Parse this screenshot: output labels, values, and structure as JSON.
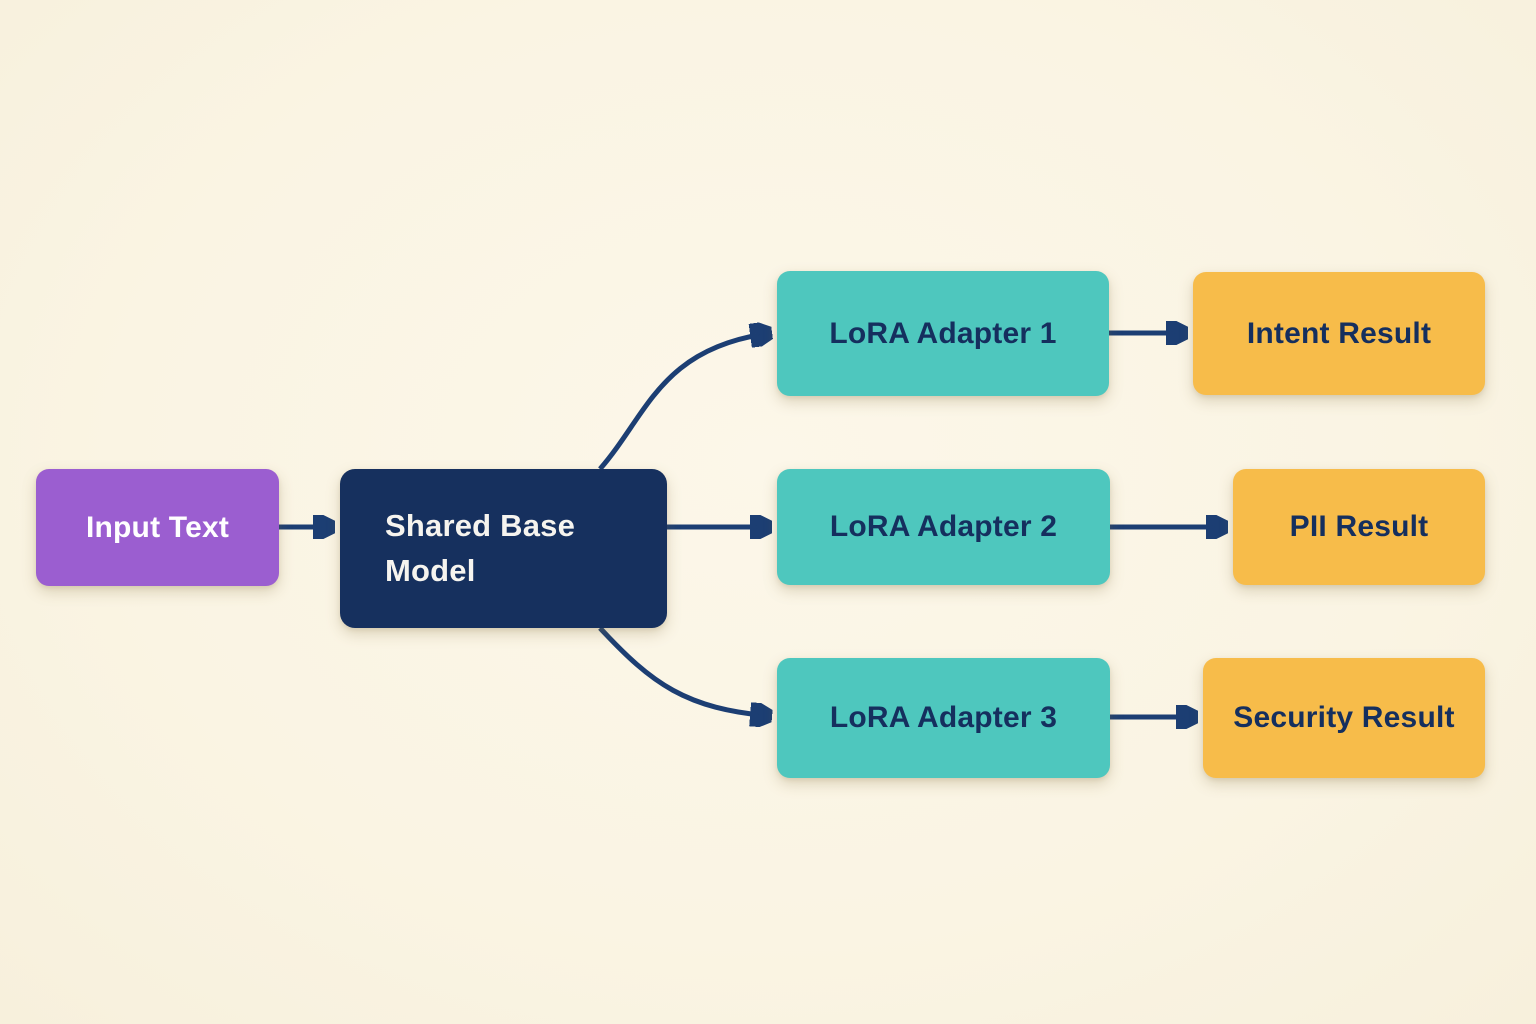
{
  "diagram": {
    "description": "LoRA multi-adapter inference flow diagram",
    "background_color": "#faf4e3",
    "palette": {
      "input_node": "#9b5ed0",
      "base_node": "#16305e",
      "adapter_node": "#4ec7be",
      "result_node": "#f7bc4a",
      "arrow": "#1c3e73",
      "text_on_dark": "#ffffff",
      "text_on_light": "#152f5e"
    },
    "nodes": {
      "input": {
        "label": "Input Text"
      },
      "base": {
        "label": "Shared Base Model"
      },
      "adapter1": {
        "label": "LoRA Adapter 1"
      },
      "adapter2": {
        "label": "LoRA Adapter 2"
      },
      "adapter3": {
        "label": "LoRA Adapter 3"
      },
      "result1": {
        "label": "Intent Result"
      },
      "result2": {
        "label": "PII Result"
      },
      "result3": {
        "label": "Security Result"
      }
    },
    "edges": [
      {
        "from": "Input Text",
        "to": "Shared Base Model"
      },
      {
        "from": "Shared Base Model",
        "to": "LoRA Adapter 1"
      },
      {
        "from": "Shared Base Model",
        "to": "LoRA Adapter 2"
      },
      {
        "from": "Shared Base Model",
        "to": "LoRA Adapter 3"
      },
      {
        "from": "LoRA Adapter 1",
        "to": "Intent Result"
      },
      {
        "from": "LoRA Adapter 2",
        "to": "PII Result"
      },
      {
        "from": "LoRA Adapter 3",
        "to": "Security Result"
      }
    ]
  }
}
